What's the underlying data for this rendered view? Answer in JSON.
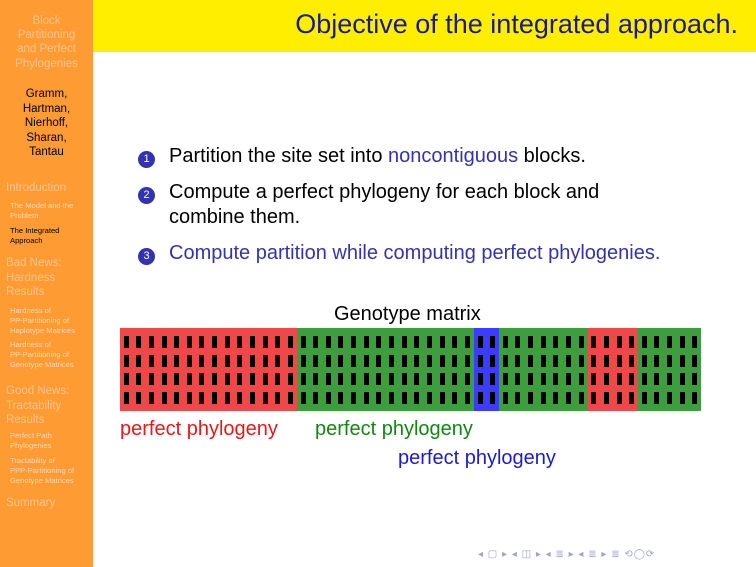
{
  "sidebar": {
    "title_lines": [
      "Block",
      "Partitioning",
      "and Perfect",
      "Phylogenies"
    ],
    "author_lines": [
      "Gramm,",
      "Hartman,",
      "Nierhoff,",
      "Sharan,",
      "Tantau"
    ],
    "sections": [
      {
        "label_lines": [
          "Introduction"
        ],
        "subs": [
          [
            "The Model and the",
            "Problem"
          ],
          [
            "The Integrated",
            "Approach"
          ]
        ]
      },
      {
        "label_lines": [
          "Bad News:",
          "Hardness",
          "Results"
        ],
        "subs": [
          [
            "Hardness of",
            "PP-Partitioning of",
            "Haplotype Matrices"
          ],
          [
            "Hardness of",
            "PP-Partitioning of",
            "Genotype Matrices"
          ]
        ]
      },
      {
        "label_lines": [
          "Good News:",
          "Tractability",
          "Results"
        ],
        "subs": [
          [
            "Perfect Path",
            "Phylogenies"
          ],
          [
            "Tractability of",
            "PPP-Partitioning of",
            "Genotype Matrices"
          ]
        ]
      },
      {
        "label_lines": [
          "Summary"
        ],
        "subs": []
      }
    ]
  },
  "slide": {
    "title": "Objective of the integrated approach.",
    "items": [
      {
        "number": "1",
        "before": "Partition the site set into ",
        "highlight": "noncontiguous",
        "after": " blocks."
      },
      {
        "number": "2",
        "line1": "Compute a perfect phylogeny for each block and",
        "line2": "combine them."
      },
      {
        "number": "3",
        "text": "Compute partition while computing perfect phylogenies."
      }
    ]
  },
  "figure": {
    "title": "Genotype matrix",
    "rows": 4,
    "blocks": [
      {
        "group": "red",
        "columns": 14
      },
      {
        "group": "green",
        "columns": 14
      },
      {
        "group": "blue",
        "columns": 2
      },
      {
        "group": "green",
        "columns": 7
      },
      {
        "group": "red",
        "columns": 4
      },
      {
        "group": "green",
        "columns": 5
      }
    ],
    "labels": [
      {
        "text": "perfect phylogeny",
        "group": "red"
      },
      {
        "text": "perfect phylogeny",
        "group": "green"
      },
      {
        "text": "perfect phylogeny",
        "group": "blue"
      }
    ]
  },
  "colors": {
    "sidebar": "#ff9b33",
    "header": "#ffee00",
    "title": "#1a1a8a",
    "accent_blue": "#3333b2",
    "red_fill": "#f04848",
    "green_fill": "#3c9e3c",
    "blue_fill": "#3c3cff",
    "red_text": "#e61919",
    "green_text": "#128712",
    "blue_text": "#1a1ad9"
  },
  "nav_icons": [
    "nav-frame-back-icon",
    "nav-frame-forward-icon",
    "nav-subsection-icon",
    "nav-section-icon",
    "nav-list-icon",
    "nav-search-icon"
  ]
}
